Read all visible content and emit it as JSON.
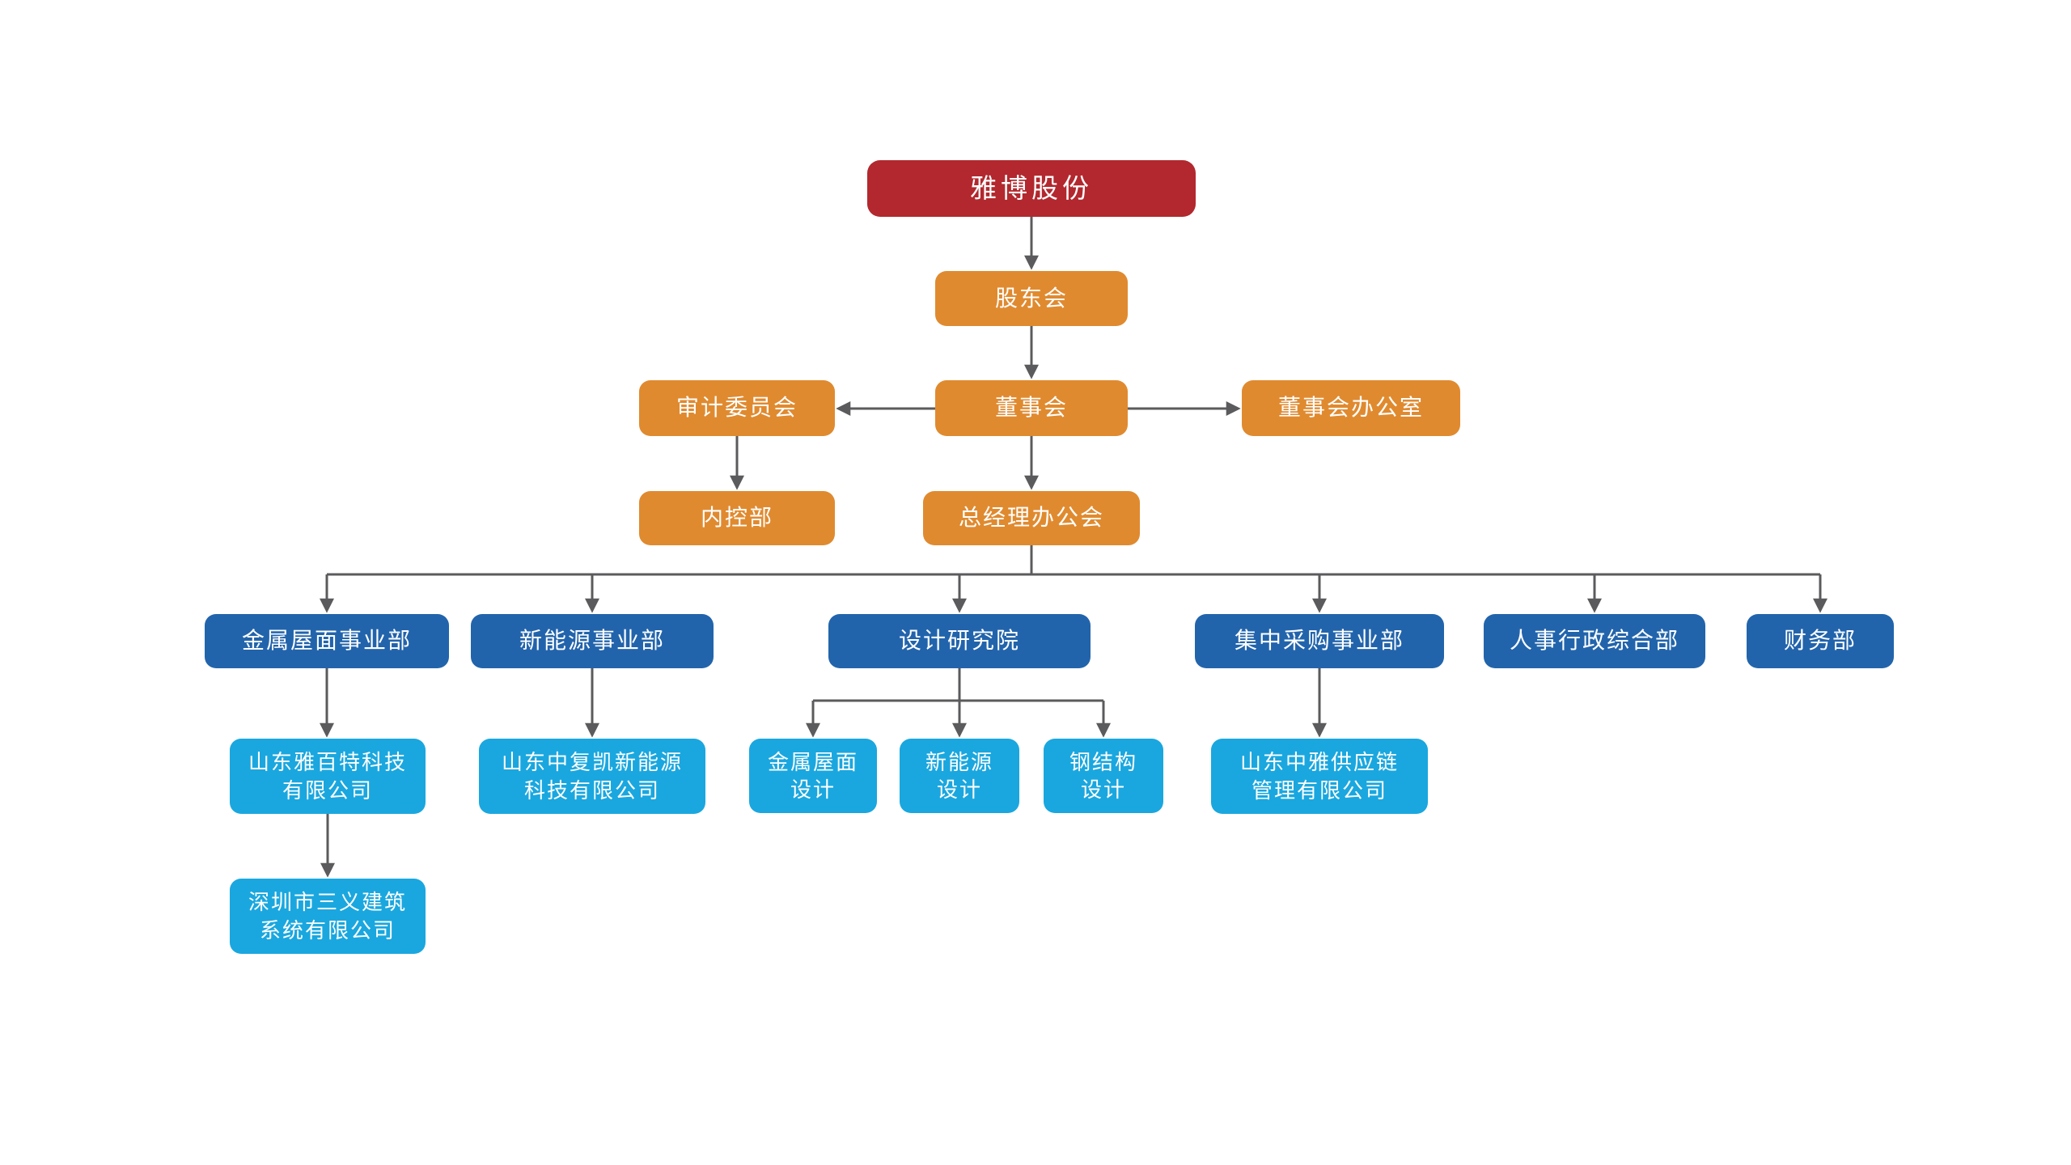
{
  "colors": {
    "root": "#B2282E",
    "governance": "#E08A2F",
    "department": "#2264AC",
    "subsidiary": "#1AA7DF",
    "connector": "#5B5B5D",
    "text": "#FFFFFF",
    "background": "#FFFFFF"
  },
  "nodes": {
    "root": {
      "label": "雅博股份"
    },
    "shareholders": {
      "label": "股东会"
    },
    "audit": {
      "label": "审计委员会"
    },
    "board": {
      "label": "董事会"
    },
    "board_office": {
      "label": "董事会办公室"
    },
    "internal_control": {
      "label": "内控部"
    },
    "gm_office": {
      "label": "总经理办公会"
    },
    "metal_roof_div": {
      "label": "金属屋面事业部"
    },
    "new_energy_div": {
      "label": "新能源事业部"
    },
    "design_institute": {
      "label": "设计研究院"
    },
    "procurement_div": {
      "label": "集中采购事业部"
    },
    "hr_admin": {
      "label": "人事行政综合部"
    },
    "finance": {
      "label": "财务部"
    },
    "yabaite": {
      "label": "山东雅百特科技\n有限公司"
    },
    "zhongfukai": {
      "label": "山东中复凯新能源\n科技有限公司"
    },
    "metal_roof_design": {
      "label": "金属屋面\n设计"
    },
    "new_energy_design": {
      "label": "新能源\n设计"
    },
    "steel_design": {
      "label": "钢结构\n设计"
    },
    "zhongya": {
      "label": "山东中雅供应链\n管理有限公司"
    },
    "sanyi": {
      "label": "深圳市三义建筑\n系统有限公司"
    }
  },
  "edges": [
    [
      "root",
      "shareholders"
    ],
    [
      "shareholders",
      "board"
    ],
    [
      "board",
      "audit"
    ],
    [
      "board",
      "board_office"
    ],
    [
      "audit",
      "internal_control"
    ],
    [
      "board",
      "gm_office"
    ],
    [
      "gm_office",
      "metal_roof_div"
    ],
    [
      "gm_office",
      "new_energy_div"
    ],
    [
      "gm_office",
      "design_institute"
    ],
    [
      "gm_office",
      "procurement_div"
    ],
    [
      "gm_office",
      "hr_admin"
    ],
    [
      "gm_office",
      "finance"
    ],
    [
      "metal_roof_div",
      "yabaite"
    ],
    [
      "yabaite",
      "sanyi"
    ],
    [
      "new_energy_div",
      "zhongfukai"
    ],
    [
      "design_institute",
      "metal_roof_design"
    ],
    [
      "design_institute",
      "new_energy_design"
    ],
    [
      "design_institute",
      "steel_design"
    ],
    [
      "procurement_div",
      "zhongya"
    ]
  ]
}
